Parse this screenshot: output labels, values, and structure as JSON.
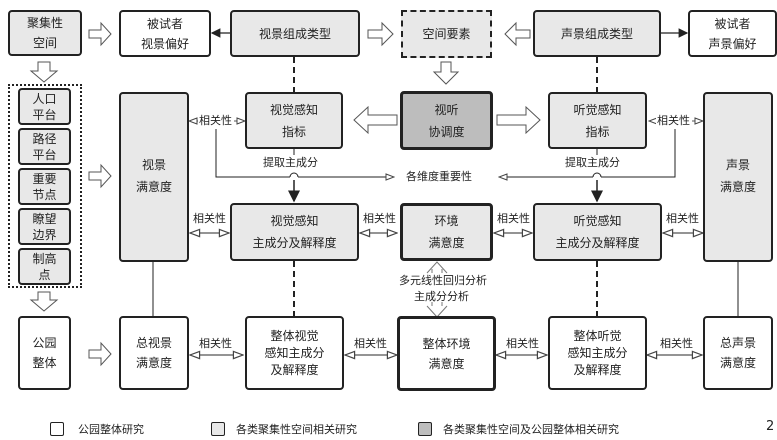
{
  "boxes": {
    "cluster_space": [
      "聚集性",
      "空间"
    ],
    "subject_visual_pref": [
      "被试者",
      "视景偏好"
    ],
    "visual_type": [
      "视景组成类型"
    ],
    "space_elements": [
      "空间要素"
    ],
    "sound_type": [
      "声景组成类型"
    ],
    "subject_sound_pref": [
      "被试者",
      "声景偏好"
    ],
    "sub_spaces": [
      [
        "人口",
        "平台"
      ],
      [
        "路径",
        "平台"
      ],
      [
        "重要",
        "节点"
      ],
      [
        "瞭望",
        "边界"
      ],
      [
        "制高",
        "点"
      ]
    ],
    "visual_satisfaction": [
      "视景",
      "满意度"
    ],
    "visual_perception_index": [
      "视觉感知",
      "指标"
    ],
    "av_coordination": [
      "视听",
      "协调度"
    ],
    "audio_perception_index": [
      "听觉感知",
      "指标"
    ],
    "sound_satisfaction": [
      "声景",
      "满意度"
    ],
    "visual_pc": [
      "视觉感知",
      "主成分及解释度"
    ],
    "env_satisfaction": [
      "环境",
      "满意度"
    ],
    "audio_pc": [
      "听觉感知",
      "主成分及解释度"
    ],
    "park_whole": [
      "公园",
      "整体"
    ],
    "total_visual_sat": [
      "总视景",
      "满意度"
    ],
    "whole_visual_pc": [
      "整体视觉",
      "感知主成分",
      "及解释度"
    ],
    "whole_env_sat": [
      "整体环境",
      "满意度"
    ],
    "whole_audio_pc": [
      "整体听觉",
      "感知主成分",
      "及解释度"
    ],
    "total_sound_sat": [
      "总声景",
      "满意度"
    ]
  },
  "labels": {
    "correlation": "相关性",
    "extract_pc": "提取主成分",
    "dimension_importance": "各维度重要性",
    "regression_line1": "多元线性回归分析",
    "regression_line2": "主成分分析"
  },
  "legend": [
    {
      "label": "公园整体研究",
      "color": "#ffffff"
    },
    {
      "label": "各类聚集性空间相关研究",
      "color": "#e8e8e8"
    },
    {
      "label": "各类聚集性空间及公园整体相关研究",
      "color": "#bdbdbd"
    }
  ],
  "page_number": "2"
}
